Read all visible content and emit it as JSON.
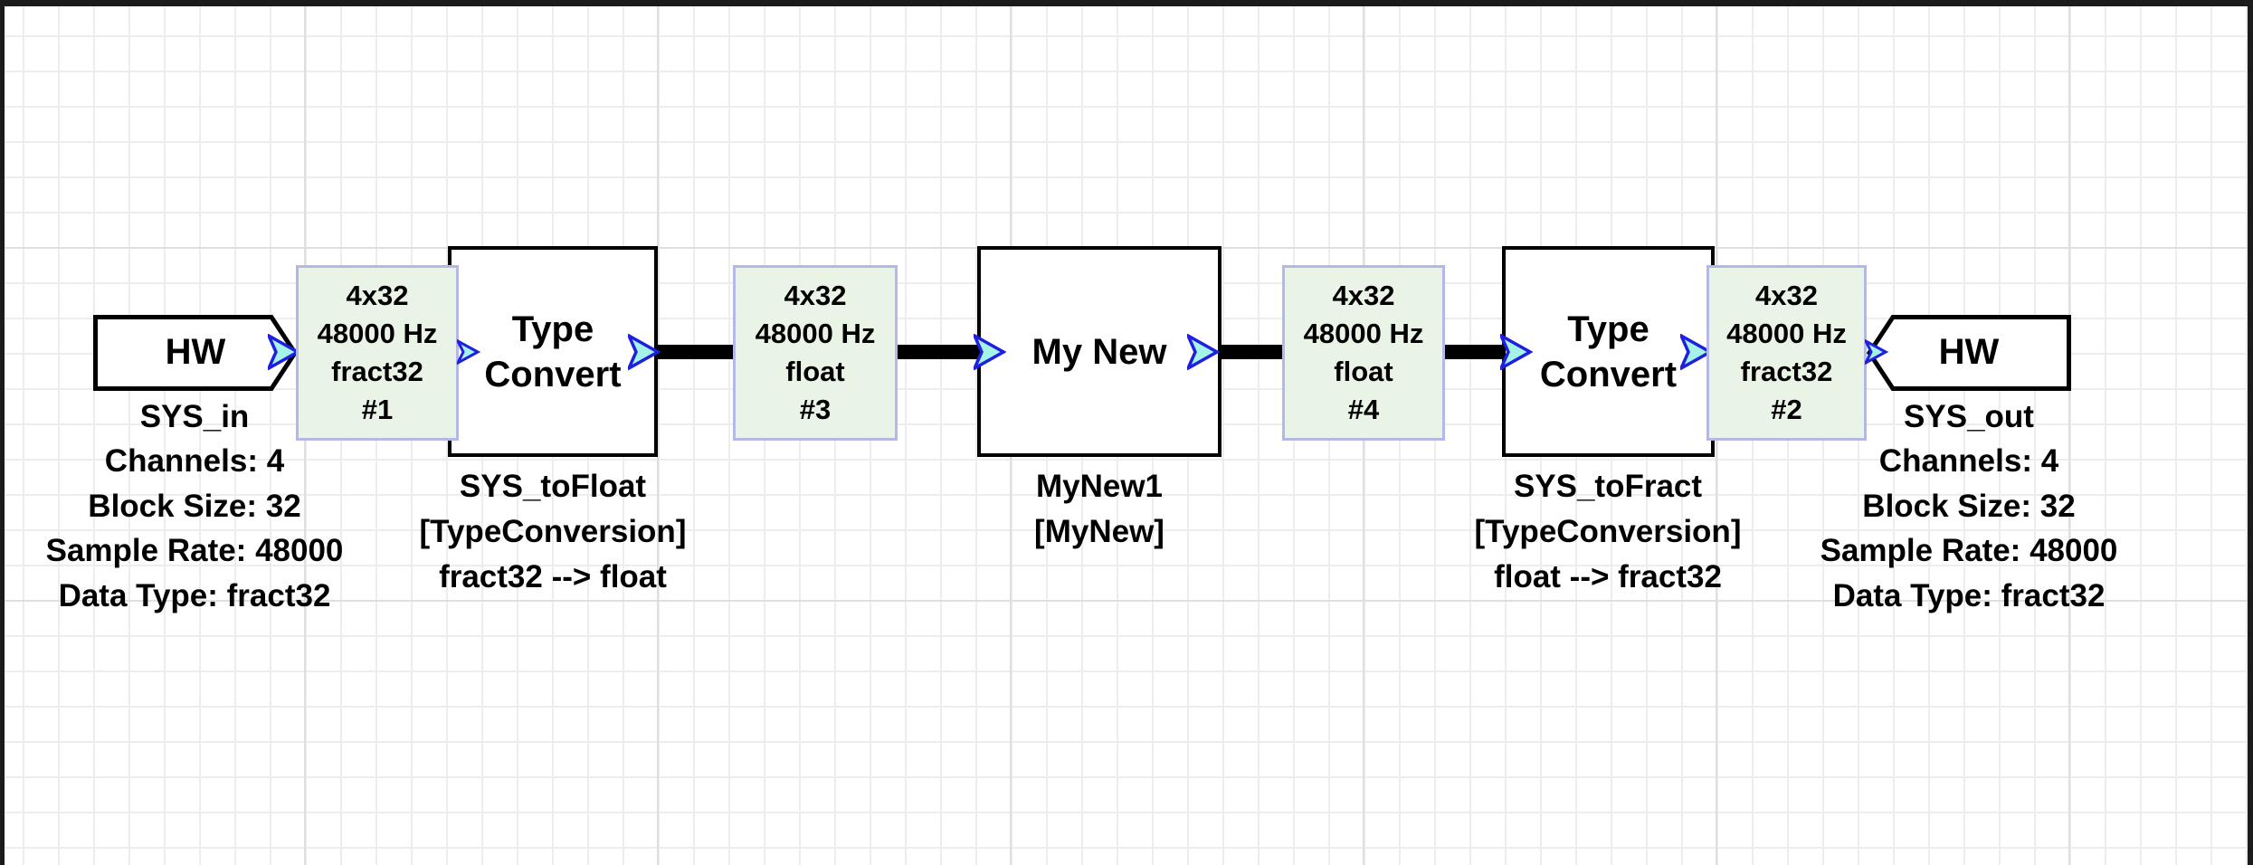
{
  "blocks": {
    "sys_in": {
      "title": "HW",
      "labels": [
        "SYS_in",
        "Channels: 4",
        "Block Size: 32",
        "Sample Rate: 48000",
        "Data Type: fract32"
      ]
    },
    "to_float": {
      "title_line1": "Type",
      "title_line2": "Convert",
      "labels": [
        "SYS_toFloat",
        "[TypeConversion]",
        "fract32 --> float"
      ]
    },
    "my_new": {
      "title": "My New",
      "labels": [
        "MyNew1",
        "[MyNew]"
      ]
    },
    "to_fract": {
      "title_line1": "Type",
      "title_line2": "Convert",
      "labels": [
        "SYS_toFract",
        "[TypeConversion]",
        "float --> fract32"
      ]
    },
    "sys_out": {
      "title": "HW",
      "labels": [
        "SYS_out",
        "Channels: 4",
        "Block Size: 32",
        "Sample Rate: 48000",
        "Data Type: fract32"
      ]
    }
  },
  "wire_annotations": {
    "a1": {
      "lines": [
        "4x32",
        "48000 Hz",
        "fract32",
        "#1"
      ]
    },
    "a3": {
      "lines": [
        "4x32",
        "48000 Hz",
        "float",
        "#3"
      ]
    },
    "a4": {
      "lines": [
        "4x32",
        "48000 Hz",
        "float",
        "#4"
      ]
    },
    "a2": {
      "lines": [
        "4x32",
        "48000 Hz",
        "fract32",
        "#2"
      ]
    }
  },
  "colors": {
    "wire": "#000000",
    "pin_fill": "#a5f2e7",
    "pin_border": "#1f1fe0",
    "annotation_fill": "#eaf4e6",
    "annotation_border": "#b4b8e6",
    "block_border": "#000000",
    "grid_minor": "#ededed",
    "grid_major": "#dfdfdf"
  }
}
